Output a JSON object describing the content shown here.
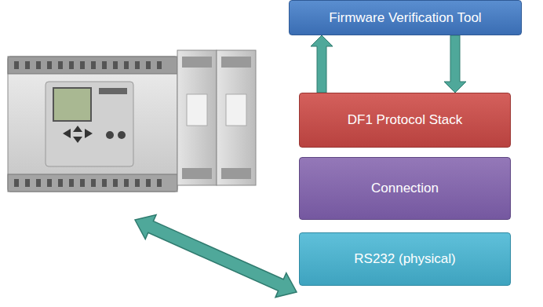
{
  "diagram": {
    "nodes": [
      {
        "text": [
          "Firmware Verification Tool"
        ]
      },
      {
        "text": [
          "DF1 Protocol Stack"
        ]
      },
      {
        "text": [
          "Connection"
        ]
      },
      {
        "text": [
          "RS232 (physical)"
        ]
      }
    ],
    "edges": [
      {
        "from": 1,
        "to": 0,
        "arrow": "to"
      },
      {
        "from": 0,
        "to": 1,
        "arrow": "to"
      }
    ]
  }
}
